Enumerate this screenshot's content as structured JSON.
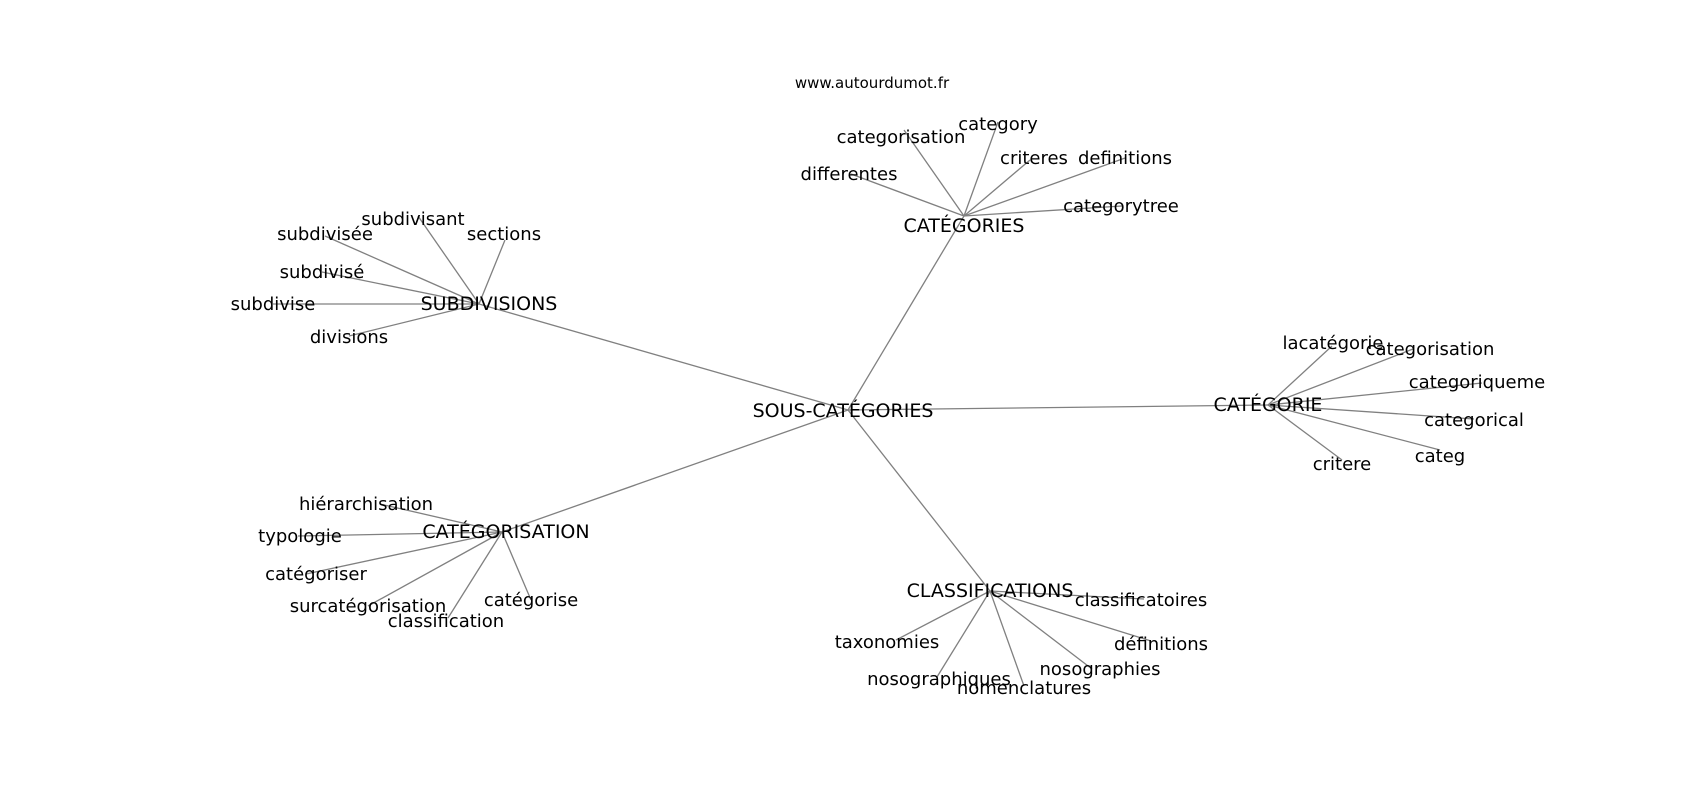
{
  "site": "www.autourdumot.fr",
  "center": {
    "label": "SOUS-CATÉGORIES"
  },
  "hubs": [
    {
      "id": "categories",
      "label": "CATÉGORIES",
      "leaves": [
        "categorisation",
        "category",
        "criteres",
        "definitions",
        "differentes",
        "categorytree"
      ]
    },
    {
      "id": "subdivisions",
      "label": "SUBDIVISIONS",
      "leaves": [
        "subdivisant",
        "subdivisée",
        "sections",
        "subdivisé",
        "subdivise",
        "divisions"
      ]
    },
    {
      "id": "categorie",
      "label": "CATÉGORIE",
      "leaves": [
        "lacatégorie",
        "categorisation",
        "categoriqueme",
        "categorical",
        "categ",
        "critere"
      ]
    },
    {
      "id": "categorisation",
      "label": "CATÉGORISATION",
      "leaves": [
        "hiérarchisation",
        "typologie",
        "catégoriser",
        "surcatégorisation",
        "classification",
        "catégorise"
      ]
    },
    {
      "id": "classifications",
      "label": "CLASSIFICATIONS",
      "leaves": [
        "classificatoires",
        "taxonomies",
        "définitions",
        "nosographies",
        "nosographiques",
        "nomenclatures"
      ]
    }
  ]
}
